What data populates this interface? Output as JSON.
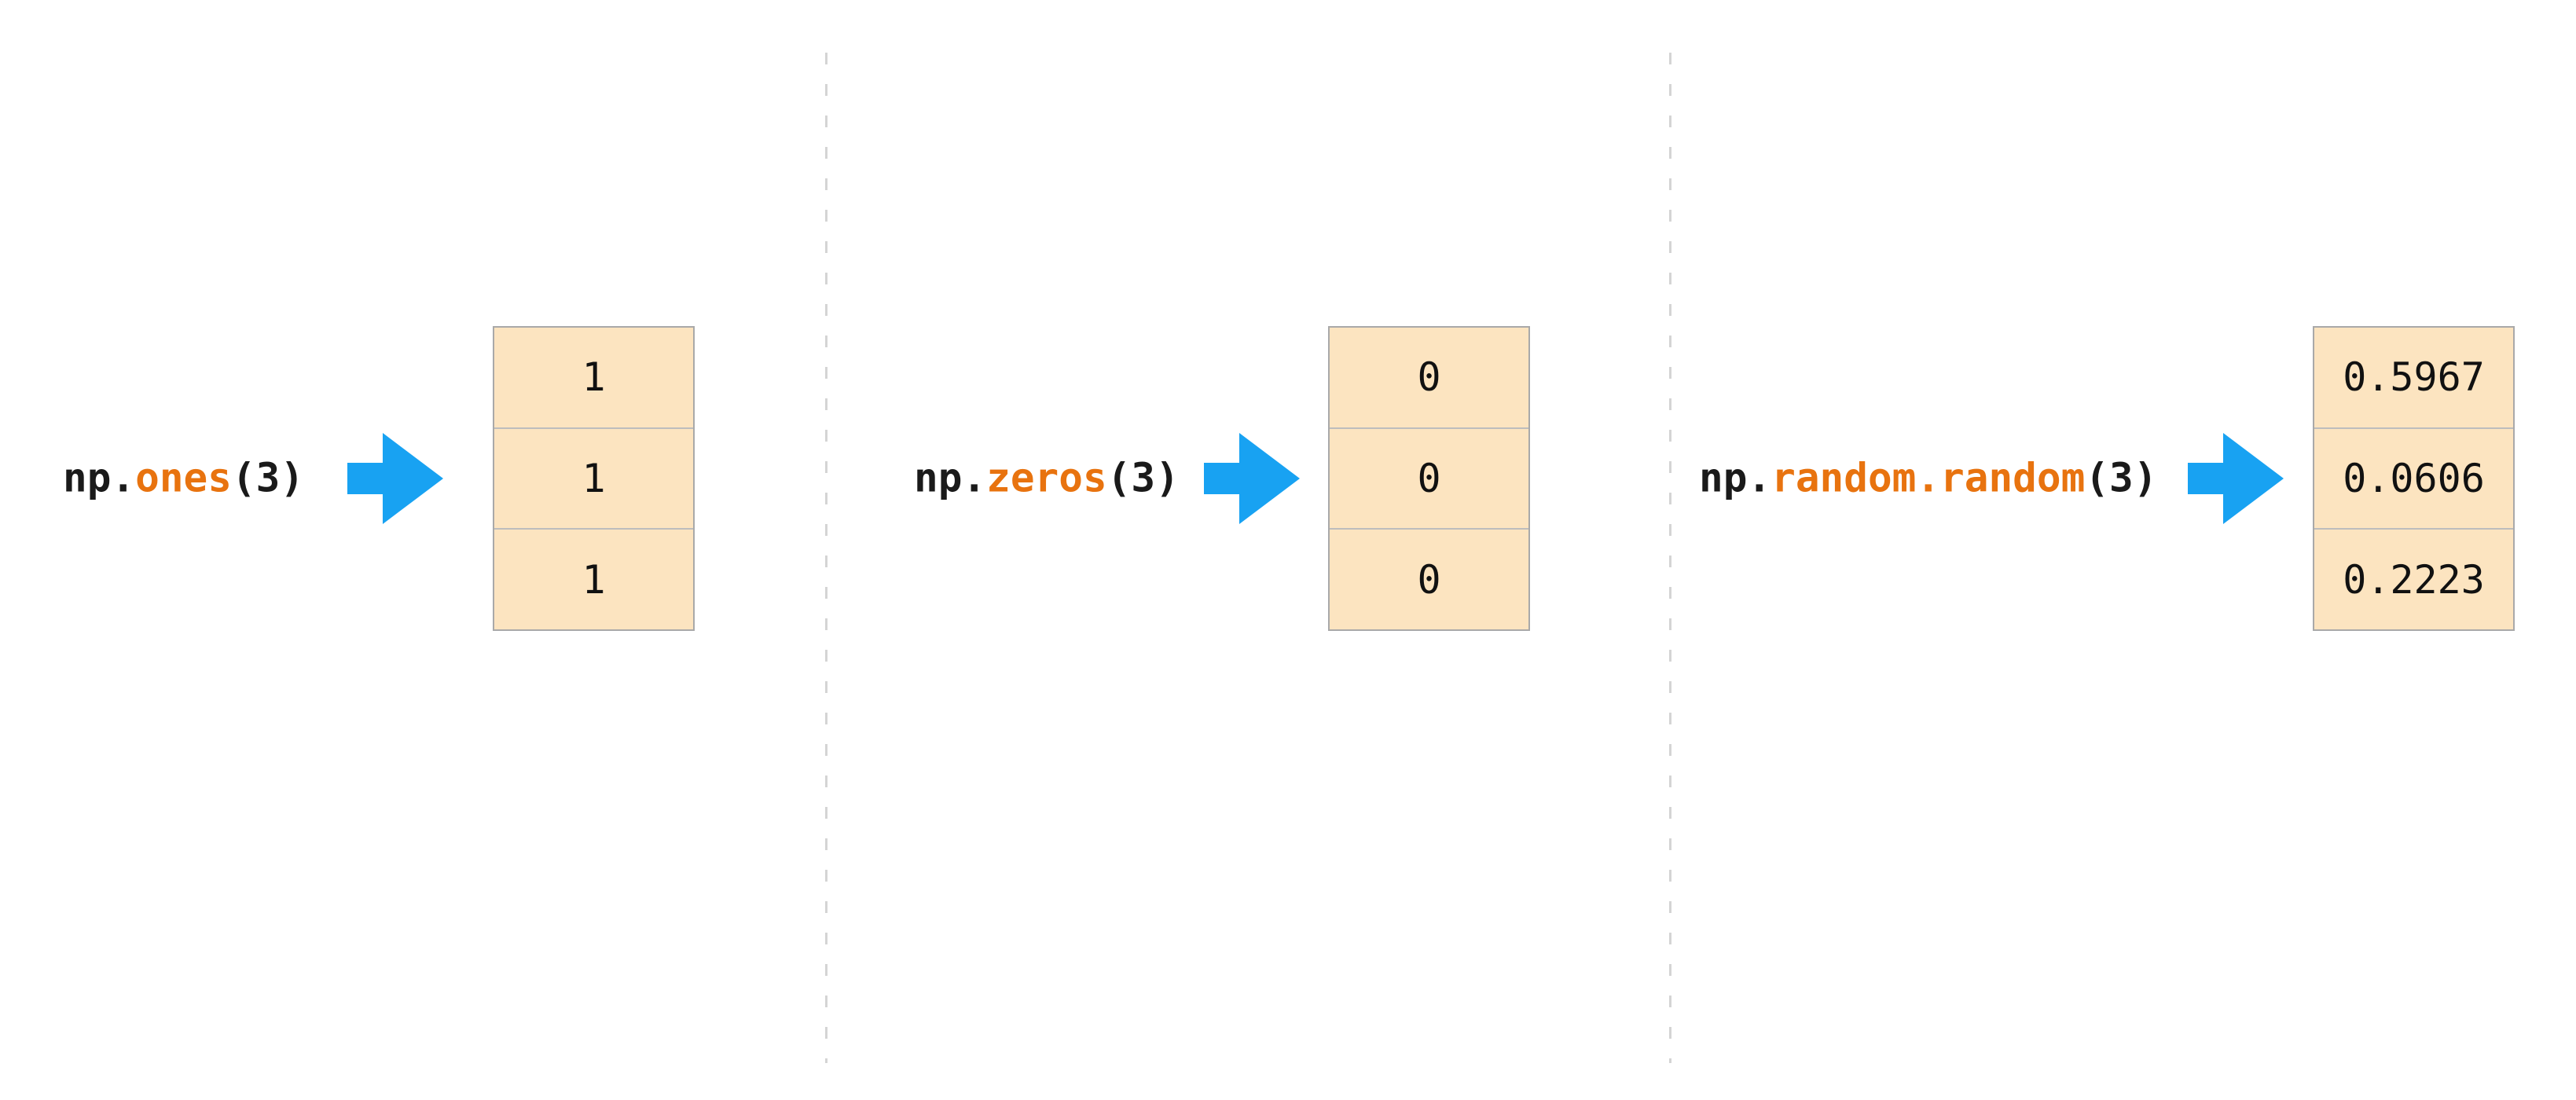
{
  "diagram": {
    "background": "#FFFFFF",
    "colors": {
      "code_text": "#1A1A1A",
      "function_name_orange": "#E8730F",
      "arrow_blue": "#18A2F2",
      "cell_fill_peach": "#FCE4C0",
      "cell_border_gray": "#A9A9A9",
      "cell_divider_gray": "#BDBDBD",
      "separator_dash_gray": "#D4D4D4"
    },
    "panels": [
      {
        "name": "ones",
        "code": {
          "prefix": "np.",
          "function": "ones",
          "args": "(3)"
        },
        "cells": [
          "1",
          "1",
          "1"
        ]
      },
      {
        "name": "zeros",
        "code": {
          "prefix": "np.",
          "function": "zeros",
          "args": "(3)"
        },
        "cells": [
          "0",
          "0",
          "0"
        ]
      },
      {
        "name": "random",
        "code": {
          "prefix": "np.",
          "function": "random.random",
          "args": "(3)"
        },
        "cells": [
          "0.5967",
          "0.0606",
          "0.2223"
        ]
      }
    ]
  }
}
